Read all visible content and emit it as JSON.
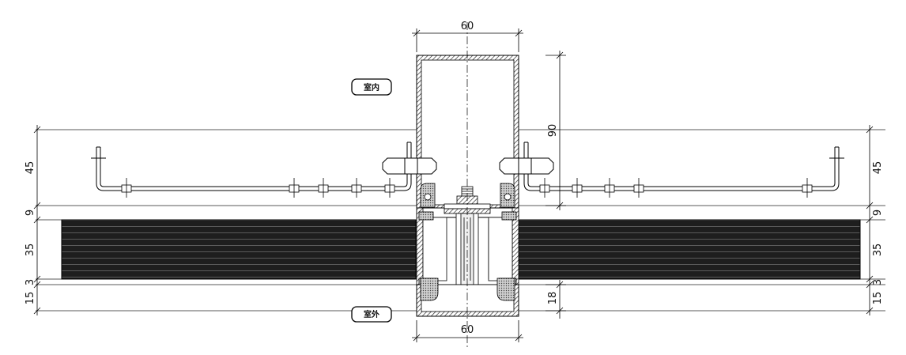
{
  "labels": {
    "indoor": "室内",
    "outdoor": "室外"
  },
  "dimensions": {
    "top_width": "60",
    "bottom_width": "60",
    "mullion_depth": "90",
    "cover_depth": "18",
    "left_stack": [
      "45",
      "9",
      "35",
      "3",
      "15"
    ],
    "right_stack": [
      "45",
      "9",
      "35",
      "3",
      "15"
    ]
  }
}
